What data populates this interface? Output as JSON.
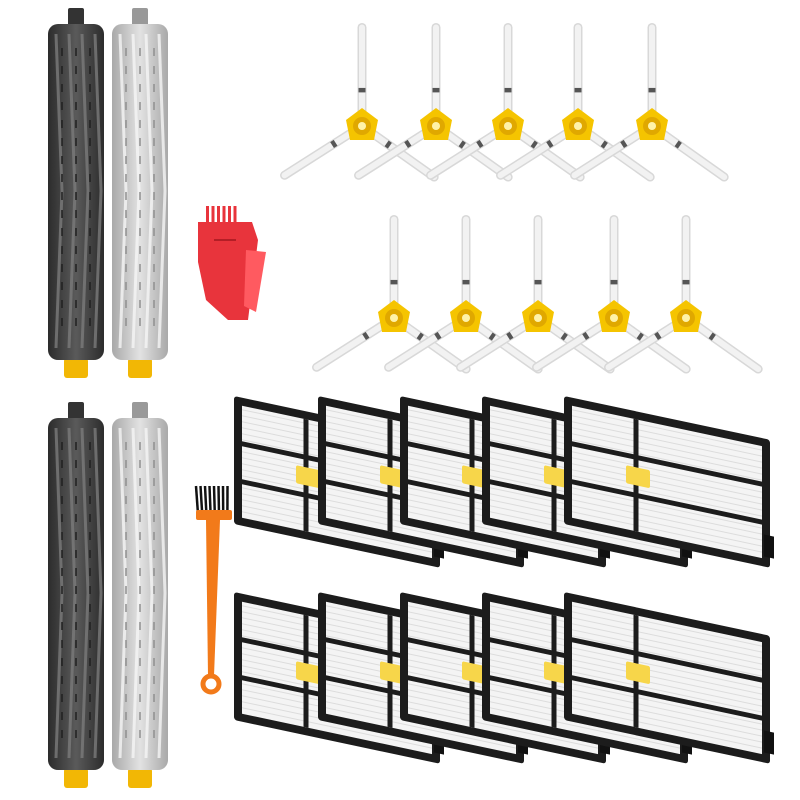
{
  "colors": {
    "background": "#ffffff",
    "dark_roller": "#4a4a4a",
    "light_roller": "#c9c9c9",
    "roller_cap": "#f2b705",
    "brush_hub": "#f5c400",
    "brush_bristle": "#f2f2f2",
    "filter_frame": "#1c1c1c",
    "filter_media": "#f4f4f4",
    "filter_tab": "#f7d64a",
    "comb_tool": "#e8343c",
    "cleaning_brush_handle": "#f27a1a"
  },
  "items": {
    "rollers": [
      "dark-roller",
      "light-roller",
      "dark-roller",
      "light-roller"
    ],
    "side_brushes": 10,
    "filters": 10,
    "tools": [
      "comb-cleaning-tool",
      "cleaning-brush"
    ]
  }
}
